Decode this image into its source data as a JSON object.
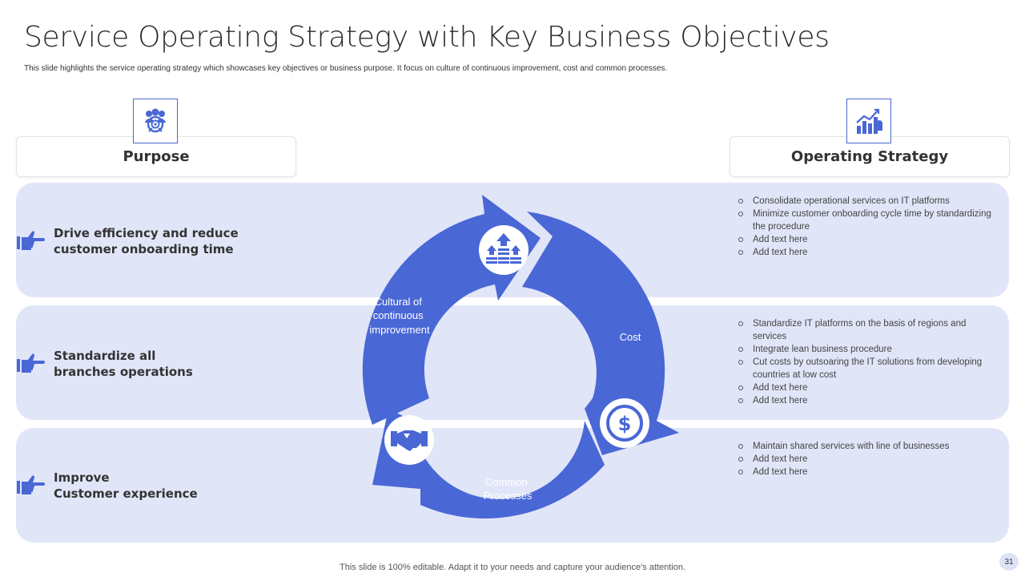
{
  "title": "Service Operating Strategy with Key Business Objectives",
  "subtitle": "This slide highlights the service operating strategy which showcases key objectives or business purpose. It focus on culture of continuous improvement, cost and common processes.",
  "purpose_header": "Purpose",
  "strategy_header": "Operating Strategy",
  "rows": [
    {
      "purpose": [
        "Drive efficiency and reduce",
        "customer onboarding time"
      ],
      "bullets": [
        "Consolidate operational services on IT platforms",
        "Minimize customer onboarding cycle time by standardizing the procedure",
        "Add text here",
        "Add text here"
      ]
    },
    {
      "purpose": [
        "Standardize all",
        "branches operations"
      ],
      "bullets": [
        "Standardize IT platforms on the basis of regions and services",
        "Integrate lean business procedure",
        "Cut costs by outsoaring the IT solutions from developing countries at low cost",
        "Add text here",
        "Add text here"
      ]
    },
    {
      "purpose": [
        "Improve",
        "Customer experience"
      ],
      "bullets": [
        "Maintain shared services with line of businesses",
        "Add text here",
        "Add text here"
      ]
    }
  ],
  "cycle": {
    "label_top": [
      "Cultural of",
      "continuous",
      "improvement"
    ],
    "label_right": "Cost",
    "label_bottom": [
      "Common",
      "Processes"
    ]
  },
  "footer": "This slide is 100% editable. Adapt it to your needs and capture your audience's attention.",
  "page_number": "31",
  "colors": {
    "accent": "#4a67d6",
    "band": "#e1e5f8"
  },
  "icons": [
    "team-target-icon",
    "growth-chart-icon",
    "pointing-hand-icon",
    "arrows-up-icon",
    "dollar-icon",
    "handshake-icon"
  ]
}
